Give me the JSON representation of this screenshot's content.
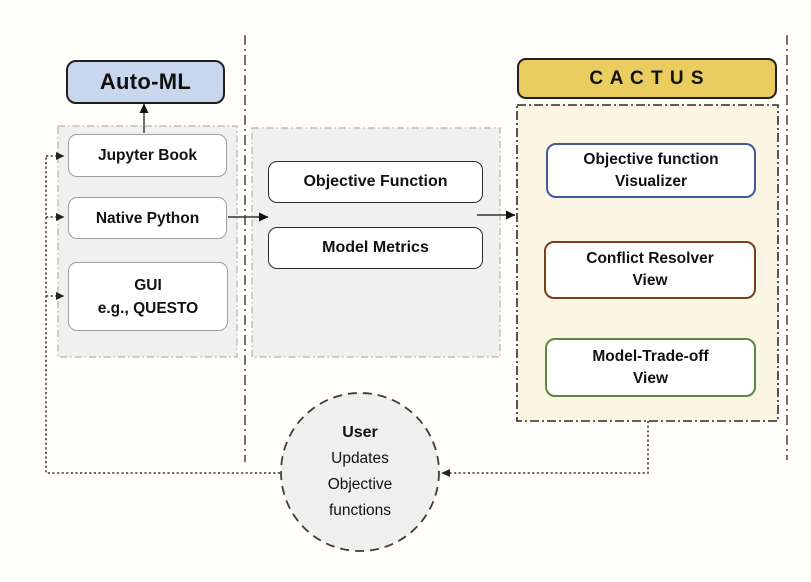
{
  "figure": {
    "automl": {
      "label": "Auto-ML",
      "fill": "#C9D7EE"
    },
    "cactus": {
      "label": "C A C T U S",
      "header_fill": "#E9CD5E",
      "panel_fill": "#FBF6E3"
    },
    "input_panel": {
      "jupyter": "Jupyter Book",
      "native": "Native Python",
      "gui": "GUI\ne.g., QUESTO"
    },
    "objective_panel": {
      "objective_function": "Objective Function",
      "model_metrics": "Model Metrics"
    },
    "cactus_panel": {
      "visualizer": {
        "label": "Objective function\nVisualizer",
        "border": "#44589C"
      },
      "conflict": {
        "label": "Conflict Resolver\nView",
        "border": "#7C4019"
      },
      "tradeoff": {
        "label": "Model-Trade-off\nView",
        "border": "#5A8A41"
      }
    },
    "user_node": {
      "title": "User",
      "body": "Updates\nObjective\nfunctions"
    }
  }
}
